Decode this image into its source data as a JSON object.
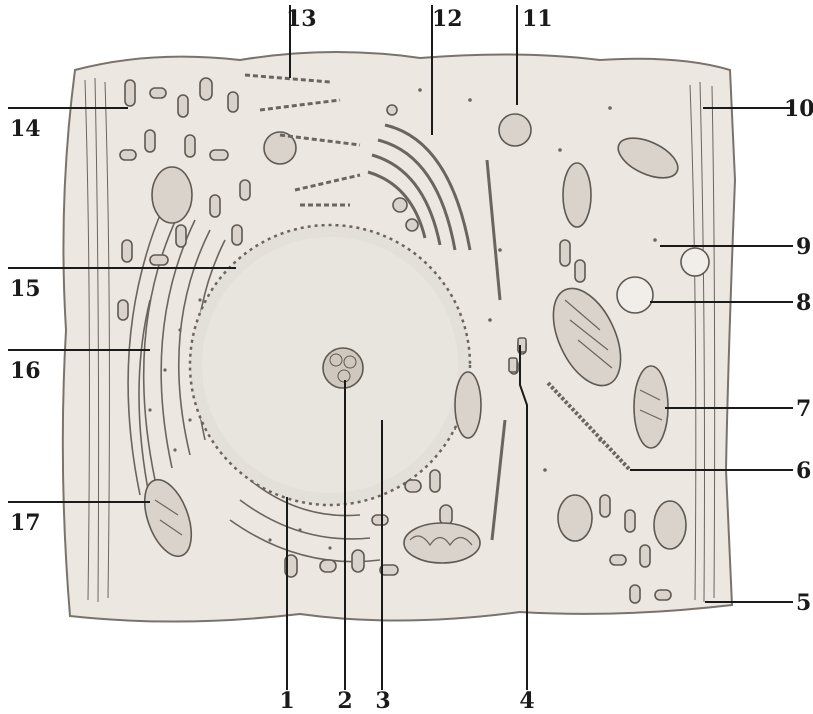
{
  "diagram": {
    "labels": [
      "1",
      "2",
      "3",
      "4",
      "5",
      "6",
      "7",
      "8",
      "9",
      "10",
      "11",
      "12",
      "13",
      "14",
      "15",
      "16",
      "17"
    ]
  },
  "colors": {
    "background": "#ffffff",
    "cell_fill": "#ece7e1",
    "nucleus_fill": "#e3dfd9",
    "organelle": "#d9d3cb",
    "outline": "#5e5952",
    "label_ink": "#1a1a1a"
  }
}
